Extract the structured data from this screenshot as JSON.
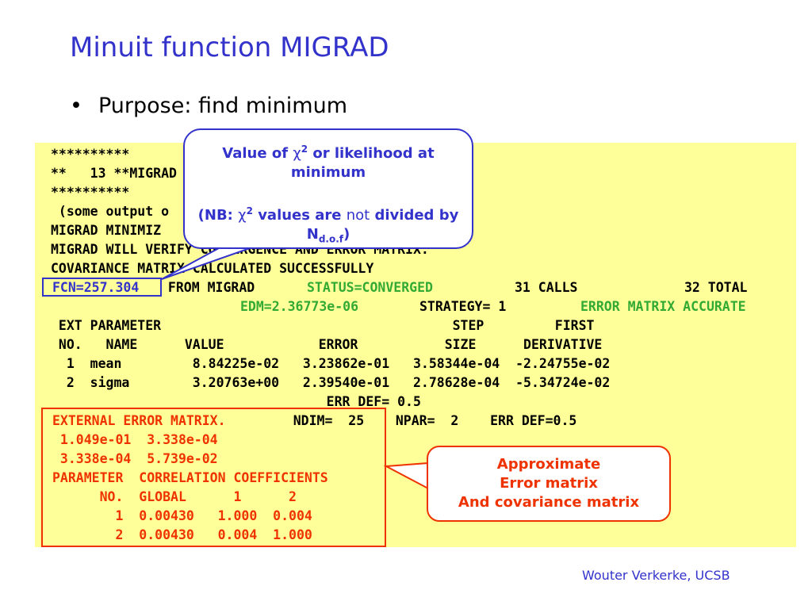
{
  "slide": {
    "title": "Minuit function MIGRAD",
    "bullet": "Purpose: find minimum",
    "footer": "Wouter Verkerke, UCSB"
  },
  "output": {
    "lines": [
      "**********",
      "**   13 **MIGRAD",
      "**********",
      " (some output o",
      "MIGRAD MINIMIZ",
      "MIGRAD WILL VERIFY CONVERGENCE AND ERROR MATRIX.",
      "COVARIANCE MATRIX CALCULATED SUCCESSFULLY"
    ],
    "fcn": "FCN=257.304",
    "fcn_rest": " FROM MIGRAD",
    "status": "STATUS=CONVERGED",
    "calls": "31 CALLS",
    "total": "32 TOTAL",
    "edm": "EDM=2.36773e-06",
    "strategy": "STRATEGY= 1",
    "matrix_accurate": "ERROR MATRIX ACCURATE",
    "header1": " EXT PARAMETER                                     STEP         FIRST",
    "header2": " NO.   NAME      VALUE            ERROR           SIZE      DERIVATIVE",
    "row1": "  1  mean         8.84225e-02   3.23862e-01   3.58344e-04  -2.24755e-02",
    "row2": "  2  sigma        3.20763e+00   2.39540e-01   2.78628e-04  -5.34724e-02",
    "errdef_line": "                                   ERR DEF= 0.5",
    "ext_error": "EXTERNAL ERROR MATRIX.",
    "ext_rest": "    NDIM=  25    NPAR=  2    ERR DEF=0.5",
    "mat1": " 1.049e-01  3.338e-04",
    "mat2": " 3.338e-04  5.739e-02",
    "corr_title": "PARAMETER  CORRELATION COEFFICIENTS",
    "corr_head": "      NO.  GLOBAL      1      2",
    "corr1": "        1  0.00430   1.000  0.004",
    "corr2": "        2  0.00430   0.004  1.000"
  },
  "callout_chi2": {
    "line1_a": "Value of ",
    "chi": "χ",
    "sup": "2",
    "line1_b": " or likelihood at minimum",
    "nb_a": "(NB: ",
    "nb_b": " values are ",
    "not": "not",
    "nb_c": " divided by N",
    "sub": "d.o.f",
    "nb_d": ")"
  },
  "callout_matrix": {
    "line1": "Approximate",
    "line2": "Error matrix",
    "line3": "And covariance matrix"
  },
  "colors": {
    "title": "#3333cc",
    "output_bg": "#ffff99",
    "green": "#33aa33",
    "red": "#ee3300"
  }
}
